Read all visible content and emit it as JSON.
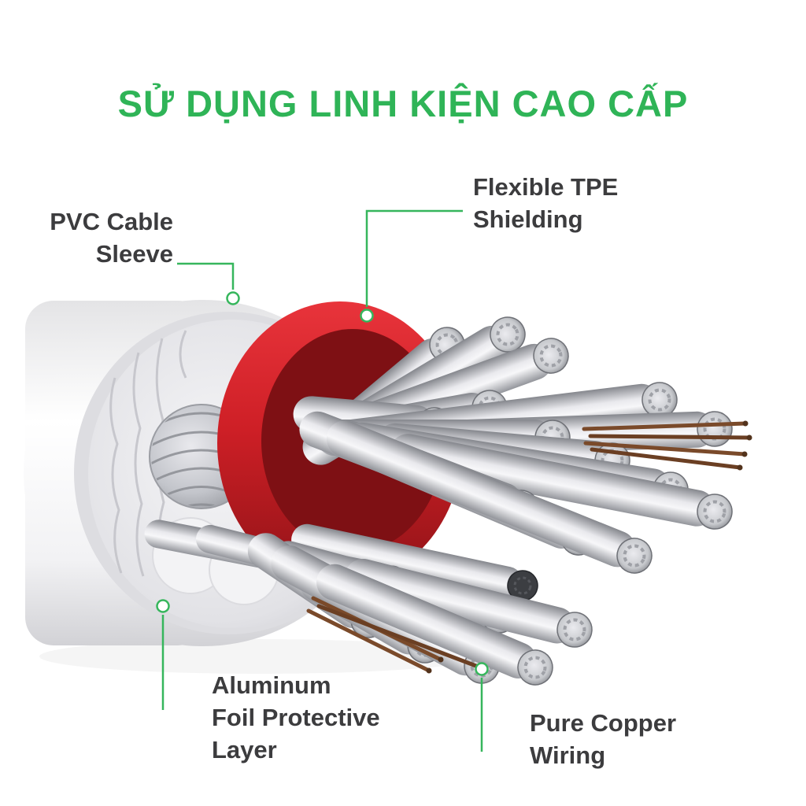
{
  "title": "SỬ DỤNG LINH KIỆN CAO CẤP",
  "callouts": {
    "pvc_sleeve": {
      "line1": "PVC Cable",
      "line2": "Sleeve"
    },
    "tpe_shielding": {
      "line1": "Flexible TPE",
      "line2": "Shielding"
    },
    "aluminum_foil": {
      "line1": "Aluminum",
      "line2": "Foil Protective",
      "line3": "Layer"
    },
    "copper_wiring": {
      "line1": "Pure Copper",
      "line2": "Wiring"
    }
  },
  "colors": {
    "background": "#ffffff",
    "title_green": "#2fb457",
    "callout_green": "#36b65c",
    "label_text": "#3c3c3e",
    "tpe_red": "#ce1f26",
    "copper_brown": "#7a4a2a"
  },
  "illustration": {
    "type": "cable-cutaway",
    "layers": [
      "pvc-cable-sleeve",
      "aluminum-foil-protective-layer",
      "flexible-tpe-shielding",
      "wire-strands",
      "pure-copper-wiring"
    ]
  }
}
